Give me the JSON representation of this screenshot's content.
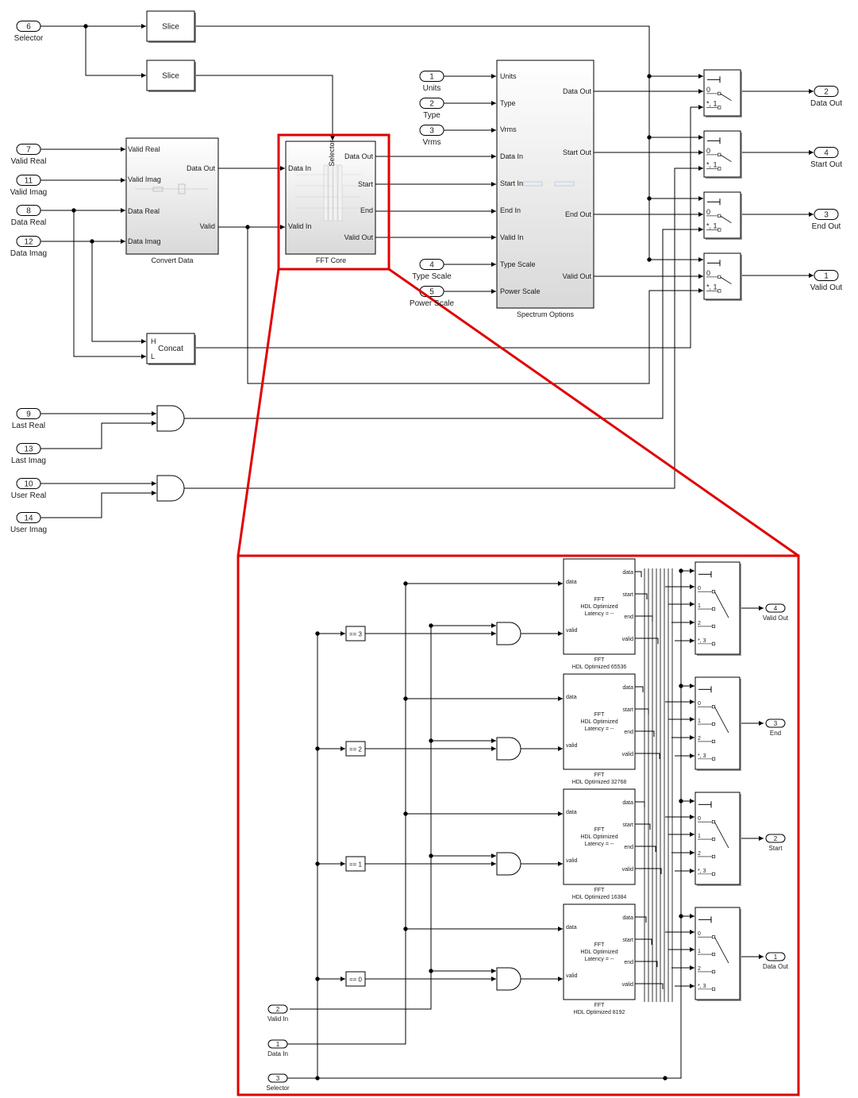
{
  "top": {
    "ports_in": [
      {
        "num": "6",
        "label": "Selector"
      },
      {
        "num": "7",
        "label": "Valid Real"
      },
      {
        "num": "11",
        "label": "Valid Imag"
      },
      {
        "num": "8",
        "label": "Data Real"
      },
      {
        "num": "12",
        "label": "Data Imag"
      },
      {
        "num": "9",
        "label": "Last Real"
      },
      {
        "num": "13",
        "label": "Last Imag"
      },
      {
        "num": "10",
        "label": "User Real"
      },
      {
        "num": "14",
        "label": "User Imag"
      },
      {
        "num": "1",
        "label": "Units"
      },
      {
        "num": "2",
        "label": "Type"
      },
      {
        "num": "3",
        "label": "Vrms"
      },
      {
        "num": "4",
        "label": "Type Scale"
      },
      {
        "num": "5",
        "label": "Power Scale"
      }
    ],
    "ports_out": [
      {
        "num": "2",
        "label": "Data Out"
      },
      {
        "num": "4",
        "label": "Start Out"
      },
      {
        "num": "3",
        "label": "End Out"
      },
      {
        "num": "1",
        "label": "Valid Out"
      }
    ],
    "slice_label": "Slice",
    "concat": {
      "label": "Concat",
      "h": "H",
      "l": "L"
    },
    "convert": {
      "title": "Convert Data",
      "inputs": [
        "Valid Real",
        "Valid Imag",
        "Data Real",
        "Data Imag"
      ],
      "outputs": [
        "Data Out",
        "Valid"
      ]
    },
    "fftcore": {
      "title": "FFT Core",
      "selector": "Selector",
      "inputs": [
        "Data In",
        "Valid In"
      ],
      "outputs": [
        "Data Out",
        "Start",
        "End",
        "Valid Out"
      ]
    },
    "spectrum": {
      "title": "Spectrum Options",
      "inputs": [
        "Units",
        "Type",
        "Vrms",
        "Data In",
        "Start In",
        "End In",
        "Valid In",
        "Type Scale",
        "Power Scale"
      ],
      "outputs": [
        "Data Out",
        "Start Out",
        "End Out",
        "Valid Out"
      ]
    },
    "switch_ports": [
      "0",
      "*, 1"
    ]
  },
  "detail": {
    "ports_in": [
      {
        "num": "2",
        "label": "Valid In"
      },
      {
        "num": "1",
        "label": "Data In"
      },
      {
        "num": "3",
        "label": "Selector"
      }
    ],
    "ports_out": [
      {
        "num": "4",
        "label": "Valid Out"
      },
      {
        "num": "3",
        "label": "End"
      },
      {
        "num": "2",
        "label": "Start"
      },
      {
        "num": "1",
        "label": "Data Out"
      }
    ],
    "compares": [
      "== 3",
      "== 2",
      "== 1",
      "== 0"
    ],
    "fft_blocks": [
      {
        "line1": "FFT",
        "line2": "HDL Optimized",
        "line3": "Latency = --",
        "caption1": "FFT",
        "caption2": "HDL Optimized 65536"
      },
      {
        "line1": "FFT",
        "line2": "HDL Optimized",
        "line3": "Latency = --",
        "caption1": "FFT",
        "caption2": "HDL Optimized 32768"
      },
      {
        "line1": "FFT",
        "line2": "HDL Optimized",
        "line3": "Latency = --",
        "caption1": "FFT",
        "caption2": "HDL Optimized 16384"
      },
      {
        "line1": "FFT",
        "line2": "HDL Optimized",
        "line3": "Latency = --",
        "caption1": "FFT",
        "caption2": "HDL Optimized 8192"
      }
    ],
    "fft_inputs": [
      "data",
      "valid"
    ],
    "fft_outputs": [
      "data",
      "start",
      "end",
      "valid"
    ],
    "switch_ports": [
      "0",
      "1",
      "2",
      "*, 3"
    ]
  },
  "colors": {
    "highlight": "#e00000",
    "line": "#000000",
    "block_fill": "#f4f4f4"
  }
}
